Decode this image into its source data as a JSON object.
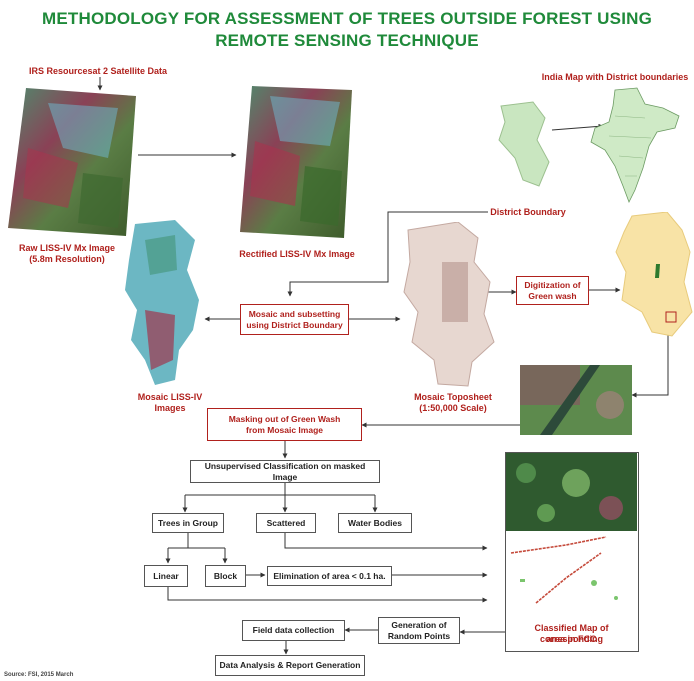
{
  "title": {
    "line1": "METHODOLOGY FOR ASSESSMENT OF TREES OUTSIDE FOREST USING",
    "line2": "REMOTE SENSING TECHNIQUE"
  },
  "labels": {
    "irs": "IRS Resourcesat 2 Satellite Data",
    "raw_line1": "Raw LISS-IV Mx Image",
    "raw_line2": "(5.8m Resolution)",
    "rectified": "Rectified LISS-IV Mx Image",
    "india_map": "India Map with District boundaries",
    "district_boundary": "District Boundary",
    "mosaic_liss_line1": "Mosaic LISS-IV",
    "mosaic_liss_line2": "Images",
    "mosaic_topo_line1": "Mosaic Toposheet",
    "mosaic_topo_line2": "(1:50,000 Scale)",
    "classified_line1": "Classified Map of corresponding",
    "classified_line2": "area in FCC",
    "source": "Source: FSI, 2015 March"
  },
  "boxes": {
    "mosaic_subset_line1": "Mosaic and subsetting",
    "mosaic_subset_line2": "using District Boundary",
    "digitization_line1": "Digitization of",
    "digitization_line2": "Green wash",
    "masking_line1": "Masking out of Green Wash",
    "masking_line2": "from Mosaic Image",
    "unsupervised": "Unsupervised Classification on masked Image",
    "trees_group": "Trees in Group",
    "scattered": "Scattered",
    "water": "Water Bodies",
    "linear": "Linear",
    "block": "Block",
    "elimination": "Elimination of area < 0.1 ha.",
    "random_line1": "Generation of",
    "random_line2": "Random Points",
    "field": "Field data collection",
    "analysis": "Data Analysis & Report Generation"
  },
  "colors": {
    "title": "#1f8a3a",
    "label": "#b0211d",
    "map_green": "#c9e6c0",
    "map_yellow": "#f8e3a6",
    "topo": "#e7d7d0"
  }
}
